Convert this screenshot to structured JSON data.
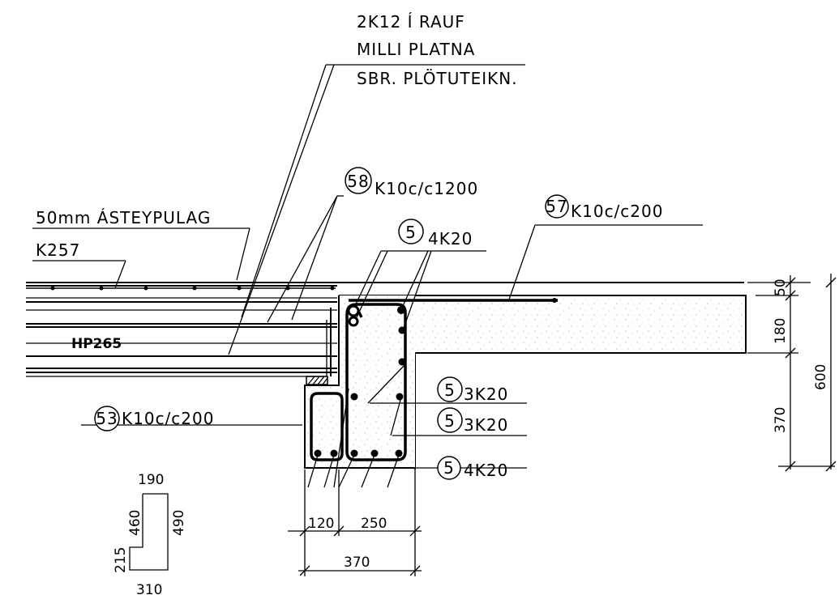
{
  "labels": {
    "groove_line1": "2K12 Í RAUF",
    "groove_line2": "MILLI PLATNA",
    "groove_line3": "SBR. PLÖTUTEIKN.",
    "topping": "50mm ÁSTEYPULAG",
    "mesh": "K257",
    "slab": "HP265"
  },
  "callouts": {
    "c58": {
      "num": "58",
      "text": "K10c/c1200"
    },
    "c57": {
      "num": "57",
      "text": "K10c/c200"
    },
    "c5a": {
      "num": "5",
      "text": "4K20"
    },
    "c53": {
      "num": "53",
      "text": "K10c/c200"
    },
    "c5b": {
      "num": "5",
      "text": "3K20"
    },
    "c5c": {
      "num": "5",
      "text": "3K20"
    },
    "c5d": {
      "num": "5",
      "text": "4K20"
    }
  },
  "dimensions": {
    "d50": "50",
    "d180": "180",
    "d370v": "370",
    "d600": "600",
    "d120": "120",
    "d250": "250",
    "d370h": "370"
  },
  "shape": {
    "top": "190",
    "left_upper": "460",
    "right": "490",
    "left_lower": "215",
    "bottom": "310"
  }
}
